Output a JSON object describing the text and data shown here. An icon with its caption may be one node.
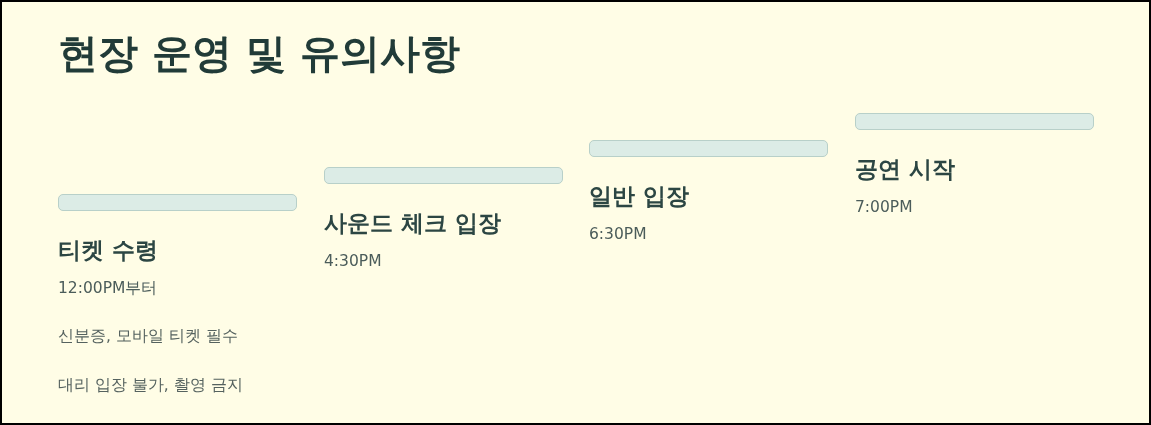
{
  "diagram": {
    "title": "현장 운영 및 유의사항",
    "nodes": [
      {
        "text": [
          "티켓 수령",
          "12:00PM부터"
        ],
        "beside": [
          "신분증, 모바일 티켓 필수",
          "대리 입장 불가, 촬영 금지"
        ]
      },
      {
        "text": [
          "사운드 체크 입장",
          "4:30PM"
        ]
      },
      {
        "text": [
          "일반 입장",
          "6:30PM"
        ]
      },
      {
        "text": [
          "공연 시작",
          "7:00PM"
        ]
      }
    ]
  }
}
